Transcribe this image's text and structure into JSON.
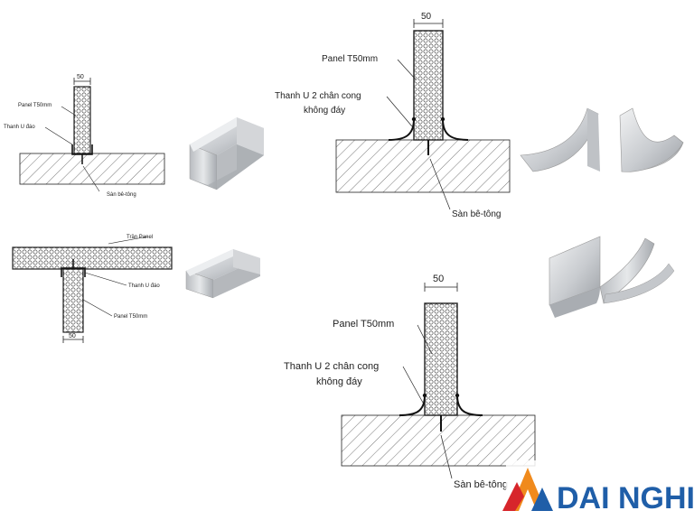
{
  "colors": {
    "line": "#222222",
    "brand_blue": "#1f5ea8",
    "brand_orange": "#f08a1c",
    "brand_red": "#d7262b",
    "profile_light": "#d9dbdd",
    "profile_dark": "#9a9ea3"
  },
  "detail1": {
    "dim": "50",
    "panel": "Panel T50mm",
    "u_profile": "Thanh U đáo",
    "floor": "Sàn bê-tông"
  },
  "detail2": {
    "dim": "50",
    "ceiling": "Trần Panel",
    "u_profile": "Thanh U đáo",
    "panel": "Panel T50mm"
  },
  "detail3": {
    "dim": "50",
    "panel": "Panel T50mm",
    "u_line1": "Thanh U 2 chân cong",
    "u_line2": "không đáy",
    "floor": "Sàn bê-tông"
  },
  "detail4": {
    "dim": "50",
    "panel": "Panel T50mm",
    "u_line1": "Thanh U 2 chân cong",
    "u_line2": "không đáy",
    "floor": "Sàn bê-tông"
  },
  "logo": {
    "text": "DAI NGHIA",
    "icon": "triangle-logo-icon"
  }
}
